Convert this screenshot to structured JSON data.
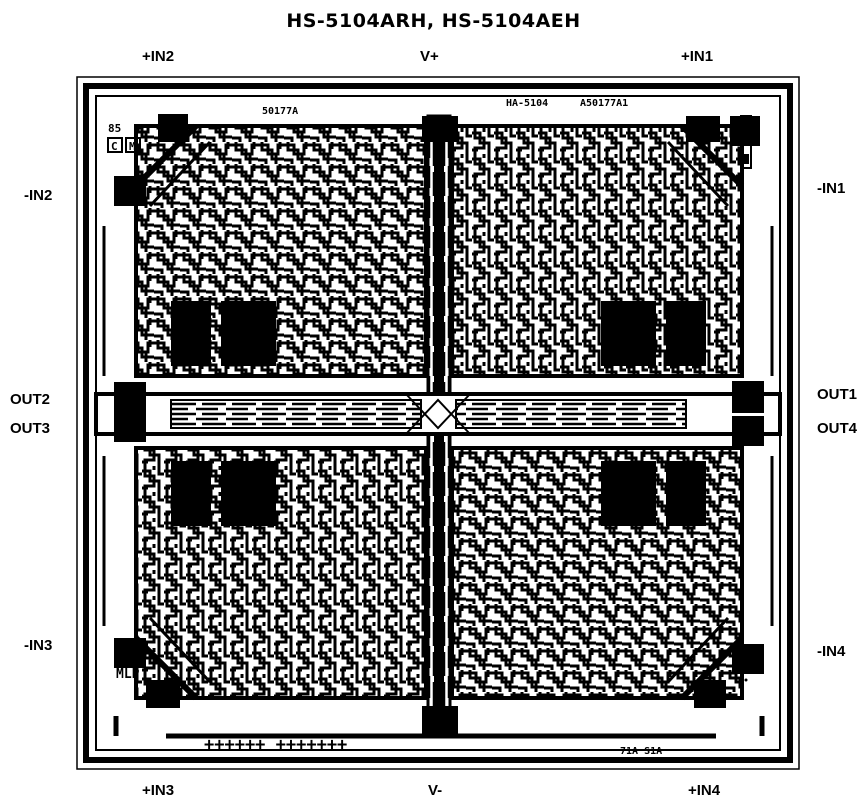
{
  "title": "HS-5104ARH, HS-5104AEH",
  "pins": {
    "top_left": "+IN2",
    "top_center": "V+",
    "top_right": "+IN1",
    "left_upper": "-IN2",
    "right_upper": "-IN1",
    "left_mid_upper": "OUT2",
    "right_mid_upper": "OUT1",
    "left_mid_lower": "OUT3",
    "right_mid_lower": "OUT4",
    "left_lower": "-IN3",
    "right_lower": "-IN4",
    "bottom_left": "+IN3",
    "bottom_center": "V-",
    "bottom_right": "+IN4"
  },
  "die_markings": {
    "id_top_left": "50177A",
    "id_top_right_1": "HA-5104",
    "id_top_right_2": "A50177A1",
    "year": "85",
    "logo_left": "C",
    "logo_right": "M",
    "initials_1": "TJG",
    "initials_2": "MLP",
    "crosses": "++++++ +++++++",
    "id_bottom_right": "71A S1A"
  }
}
